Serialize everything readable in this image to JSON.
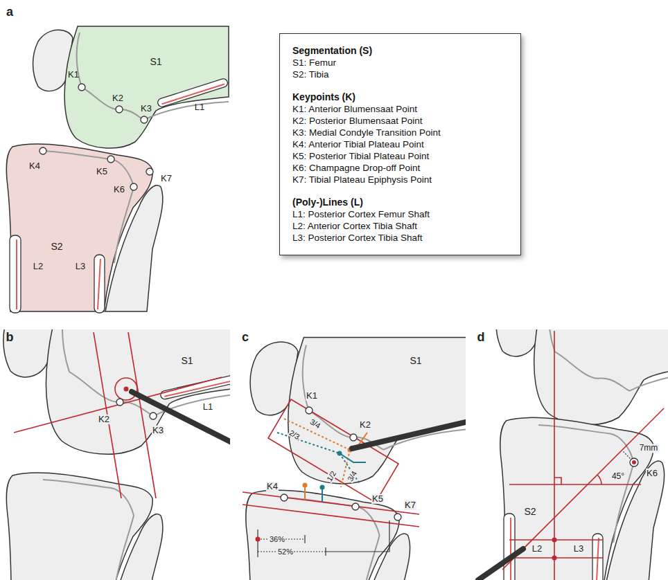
{
  "diagram": {
    "nodes": [
      {
        "text": [
          "Segmentation (S)",
          "S1: Femur",
          "S2: Tibia",
          "Keypoints (K)",
          "K1: Anterior Blumensaat Point",
          "K2: Posterior Blumensaat Point",
          "K3: Medial Condyle Transition Point",
          "K4: Anterior Tibial Plateau Point",
          "K5: Posterior Tibial Plateau Point",
          "K6: Champagne Drop-off Point",
          "K7: Tibial Plateau Epiphysis Point",
          "(Poly-)Lines (L)",
          "L1: Posterior Cortex Femur Shaft",
          "L2: Anterior Cortex Tibia Shaft",
          "L3: Posterior Cortex Tibia Shaft"
        ]
      }
    ],
    "labels": [
      "a",
      "S1",
      "K1",
      "K2",
      "K3",
      "L1",
      "K4",
      "K5",
      "K6",
      "K7",
      "S2",
      "L2",
      "L3",
      "b",
      "S1",
      "L1",
      "K2",
      "K3",
      "c",
      "S1",
      "K1",
      "K2",
      "3/4",
      "2/3",
      "1/2",
      "3/4",
      "K4",
      "K5",
      "K7",
      "36%",
      "52%",
      "d",
      "S2",
      "K6",
      "45°",
      "7mm",
      "L2",
      "L3"
    ]
  }
}
